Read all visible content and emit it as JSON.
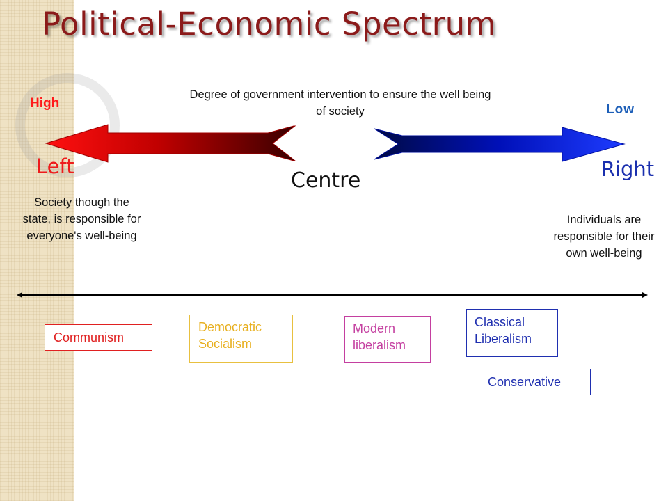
{
  "title": "Political-Economic Spectrum",
  "intervention": {
    "high": "High",
    "low": "Low",
    "description": "Degree of government intervention to ensure the well being of society"
  },
  "positions": {
    "left": "Left",
    "centre": "Centre",
    "right": "Right"
  },
  "descriptions": {
    "left": "Society though the state, is responsible for everyone's well-being",
    "right": "Individuals are responsible for their own well-being"
  },
  "ideologies": {
    "communism": "Communism",
    "democratic_socialism": "Democratic Socialism",
    "modern_liberalism": "Modern liberalism",
    "classical_liberalism": "Classical Liberalism",
    "conservative": "Conservative"
  },
  "colors": {
    "title": "#8b1a1a",
    "left_red": "#ee1c1c",
    "right_blue": "#1a2fae",
    "communism": "#e02020",
    "democratic_socialism": "#e8b020",
    "modern_liberalism": "#c43fa0",
    "liberal_blue": "#1f2fb0"
  }
}
